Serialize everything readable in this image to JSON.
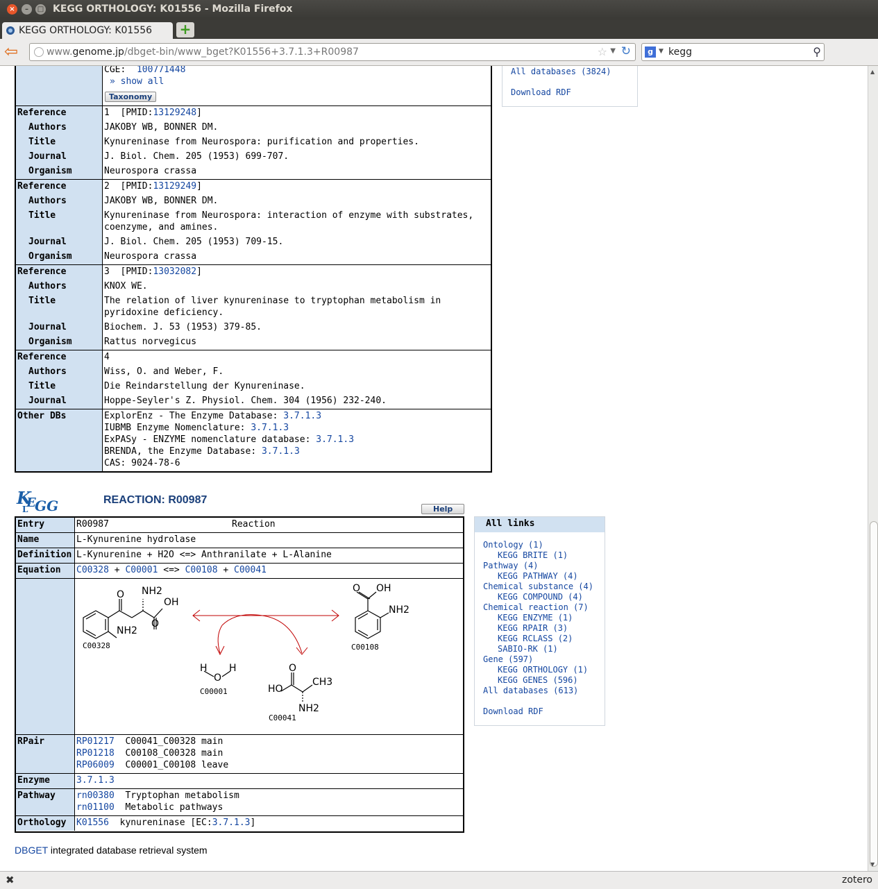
{
  "window": {
    "title": "KEGG ORTHOLOGY: K01556 - Mozilla Firefox"
  },
  "tab": {
    "title": "KEGG ORTHOLOGY: K01556"
  },
  "nav": {
    "url_prefix": "www.",
    "url_domain": "genome.jp",
    "url_path": "/dbget-bin/www_bget?K01556+3.7.1.3+R00987",
    "search_query": "kegg"
  },
  "status": {
    "zotero": "zotero"
  },
  "orthology": {
    "genes_tail": {
      "label": "CGE:",
      "id": "100771448",
      "show_all": "» show all",
      "taxonomy_btn": "Taxonomy"
    },
    "references": [
      {
        "label": "Reference",
        "num": "1",
        "pmid_label": "[PMID:",
        "pmid": "13129248",
        "close": "]",
        "fields": [
          {
            "k": "Authors",
            "v": "JAKOBY WB, BONNER DM."
          },
          {
            "k": "Title",
            "v": "Kynureninase from Neurospora: purification and properties."
          },
          {
            "k": "Journal",
            "v": "J. Biol. Chem. 205 (1953) 699-707."
          },
          {
            "k": "Organism",
            "v": "Neurospora crassa"
          }
        ]
      },
      {
        "label": "Reference",
        "num": "2",
        "pmid_label": "[PMID:",
        "pmid": "13129249",
        "close": "]",
        "fields": [
          {
            "k": "Authors",
            "v": "JAKOBY WB, BONNER DM."
          },
          {
            "k": "Title",
            "v": "Kynureninase from Neurospora: interaction of enzyme with substrates,"
          },
          {
            "k": "",
            "v": "coenzyme, and amines."
          },
          {
            "k": "Journal",
            "v": "J. Biol. Chem. 205 (1953) 709-15."
          },
          {
            "k": "Organism",
            "v": "Neurospora crassa"
          }
        ]
      },
      {
        "label": "Reference",
        "num": "3",
        "pmid_label": "[PMID:",
        "pmid": "13032082",
        "close": "]",
        "fields": [
          {
            "k": "Authors",
            "v": "KNOX WE."
          },
          {
            "k": "Title",
            "v": "The relation of liver kynureninase to tryptophan metabolism in"
          },
          {
            "k": "",
            "v": "pyridoxine deficiency."
          },
          {
            "k": "Journal",
            "v": "Biochem. J. 53 (1953) 379-85."
          },
          {
            "k": "Organism",
            "v": "Rattus norvegicus"
          }
        ]
      },
      {
        "label": "Reference",
        "num": "4",
        "fields": [
          {
            "k": "Authors",
            "v": "Wiss, O. and Weber, F."
          },
          {
            "k": "Title",
            "v": "Die Reindarstellung der Kynureninase."
          },
          {
            "k": "Journal",
            "v": "Hoppe-Seyler's Z. Physiol. Chem. 304 (1956) 232-240."
          }
        ]
      }
    ],
    "other_dbs": {
      "label": "Other DBs",
      "rows": [
        {
          "text": "ExplorEnz - The Enzyme Database: ",
          "link": "3.7.1.3"
        },
        {
          "text": "IUBMB Enzyme Nomenclature: ",
          "link": "3.7.1.3"
        },
        {
          "text": "ExPASy - ENZYME nomenclature database: ",
          "link": "3.7.1.3"
        },
        {
          "text": "BRENDA, the Enzyme Database: ",
          "link": "3.7.1.3"
        },
        {
          "text": "CAS: 9024-78-6",
          "link": ""
        }
      ]
    },
    "side": {
      "all_databases": "All databases (3824)",
      "download_rdf": "Download RDF"
    }
  },
  "reaction": {
    "logo": "KEGG",
    "title": "REACTION: R00987",
    "help_btn": "Help",
    "entry": {
      "label": "Entry",
      "id": "R00987",
      "type": "Reaction"
    },
    "name": {
      "label": "Name",
      "value": "L-Kynurenine hydrolase"
    },
    "definition": {
      "label": "Definition",
      "value": "L-Kynurenine + H2O <=> Anthranilate + L-Alanine"
    },
    "equation": {
      "label": "Equation",
      "c1": "C00328",
      "plus1": "+",
      "c2": "C00001",
      "arrow": "<=>",
      "c3": "C00108",
      "plus2": "+",
      "c4": "C00041"
    },
    "diagram": {
      "c00328": "C00328",
      "c00001": "C00001",
      "c00108": "C00108",
      "c00041": "C00041",
      "o": "O",
      "nh2": "NH2",
      "oh": "OH",
      "h": "H",
      "ho": "HO",
      "ch3": "CH3"
    },
    "rpair": {
      "label": "RPair",
      "rows": [
        {
          "id": "RP01217",
          "desc": "C00041_C00328 main"
        },
        {
          "id": "RP01218",
          "desc": "C00108_C00328 main"
        },
        {
          "id": "RP06009",
          "desc": "C00001_C00108 leave"
        }
      ]
    },
    "enzyme": {
      "label": "Enzyme",
      "value": "3.7.1.3"
    },
    "pathway": {
      "label": "Pathway",
      "rows": [
        {
          "id": "rn00380",
          "desc": "Tryptophan metabolism"
        },
        {
          "id": "rn01100",
          "desc": "Metabolic pathways"
        }
      ]
    },
    "orthology": {
      "label": "Orthology",
      "id": "K01556",
      "desc": "kynureninase [EC:",
      "ec": "3.7.1.3",
      "close": "]"
    },
    "all_links": {
      "header": "All links",
      "items": [
        {
          "t": "Ontology (1)",
          "ind": false
        },
        {
          "t": "KEGG BRITE (1)",
          "ind": true
        },
        {
          "t": "Pathway (4)",
          "ind": false
        },
        {
          "t": "KEGG PATHWAY (4)",
          "ind": true
        },
        {
          "t": "Chemical substance (4)",
          "ind": false
        },
        {
          "t": "KEGG COMPOUND (4)",
          "ind": true
        },
        {
          "t": "Chemical reaction (7)",
          "ind": false
        },
        {
          "t": "KEGG ENZYME (1)",
          "ind": true
        },
        {
          "t": "KEGG RPAIR (3)",
          "ind": true
        },
        {
          "t": "KEGG RCLASS (2)",
          "ind": true
        },
        {
          "t": "SABIO-RK (1)",
          "ind": true
        },
        {
          "t": "Gene (597)",
          "ind": false
        },
        {
          "t": "KEGG ORTHOLOGY (1)",
          "ind": true
        },
        {
          "t": "KEGG GENES (596)",
          "ind": true
        },
        {
          "t": "All databases (613)",
          "ind": false
        }
      ],
      "download_rdf": "Download RDF"
    }
  },
  "footer": {
    "link": "DBGET",
    "text": " integrated database retrieval system"
  }
}
